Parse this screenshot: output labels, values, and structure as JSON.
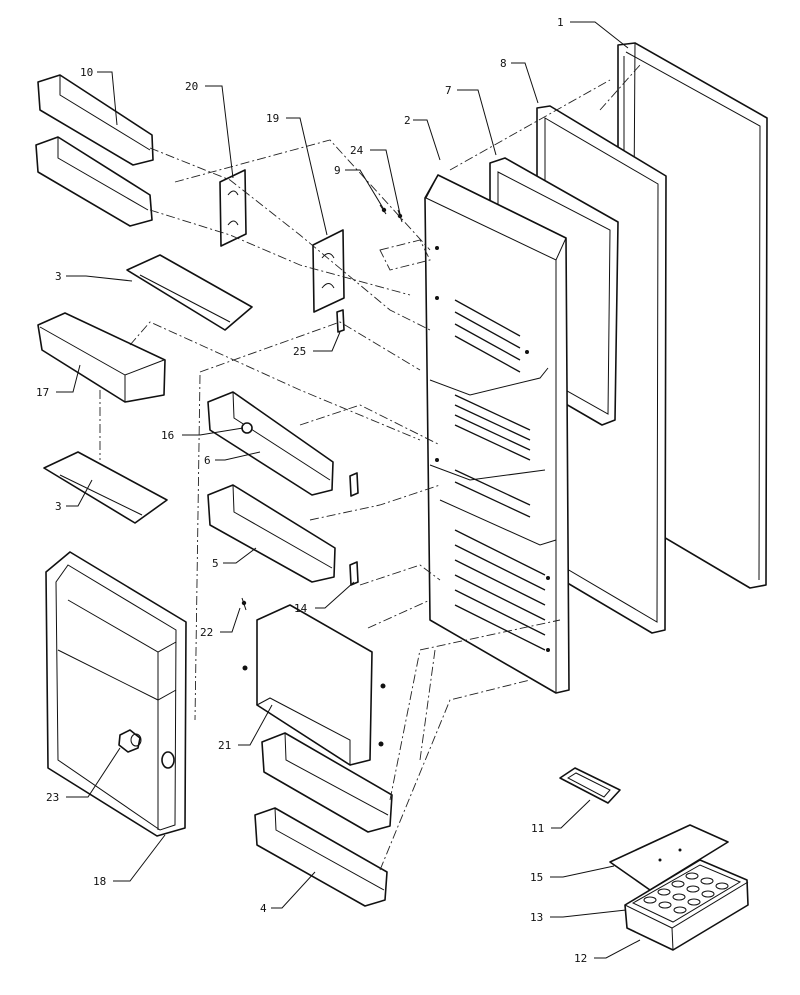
{
  "callouts": {
    "c1": "1",
    "c2": "2",
    "c3a": "3",
    "c3b": "3",
    "c4": "4",
    "c5": "5",
    "c6": "6",
    "c7": "7",
    "c8": "8",
    "c9": "9",
    "c10": "10",
    "c11": "11",
    "c12": "12",
    "c13": "13",
    "c14": "14",
    "c15": "15",
    "c16": "16",
    "c17": "17",
    "c18": "18",
    "c19": "19",
    "c20": "20",
    "c21": "21",
    "c22": "22",
    "c23": "23",
    "c24": "24",
    "c25": "25"
  },
  "colors": {
    "line": "#111111",
    "background": "#ffffff"
  }
}
